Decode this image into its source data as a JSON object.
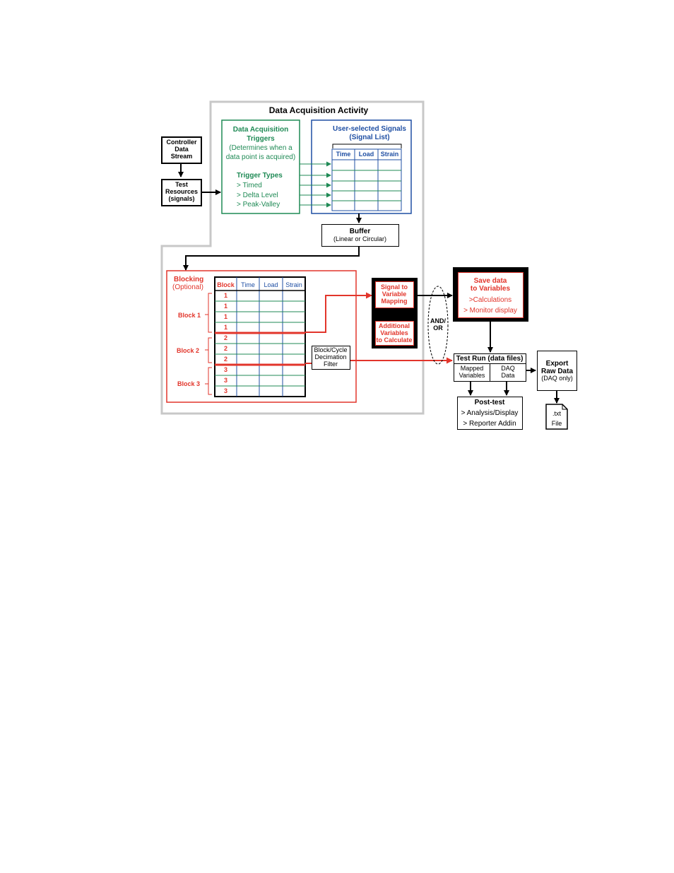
{
  "title": "Data Acquisition Activity",
  "controller": [
    "Controller",
    "Data",
    "Stream"
  ],
  "test_resources": [
    "Test",
    "Resources",
    "(signals)"
  ],
  "triggers": {
    "heading": [
      "Data Acquisition",
      "Triggers"
    ],
    "description": [
      "(Determines when a",
      "data point is acquired)"
    ],
    "types_heading": "Trigger Types",
    "types": [
      "> Timed",
      "> Delta Level",
      "> Peak-Valley"
    ]
  },
  "signals": {
    "heading": [
      "User-selected Signals",
      "(Signal List)"
    ],
    "columns": [
      "Time",
      "Load",
      "Strain"
    ]
  },
  "buffer": {
    "title": "Buffer",
    "subtitle": "(Linear or Circular)"
  },
  "blocking": {
    "heading": [
      "Blocking",
      "(Optional)"
    ],
    "columns": [
      "Block",
      "Time",
      "Load",
      "Strain"
    ],
    "rows": [
      "1",
      "1",
      "1",
      "1",
      "2",
      "2",
      "2",
      "3",
      "3",
      "3"
    ],
    "groups": [
      "Block 1",
      "Block 2",
      "Block 3"
    ]
  },
  "decimation": [
    "Block/Cycle",
    "Decimation",
    "Filter"
  ],
  "mapping": [
    "Signal to",
    "Variable",
    "Mapping"
  ],
  "additional": [
    "Additional",
    "Variables",
    "to Calculate"
  ],
  "and_or": [
    "AND/",
    "OR"
  ],
  "save": {
    "heading": [
      "Save data",
      "to Variables"
    ],
    "items": [
      ">Calculations",
      "> Monitor display"
    ]
  },
  "test_run": {
    "title": "Test Run (data files)",
    "cells": [
      [
        "Mapped",
        "Variables"
      ],
      [
        "DAQ",
        "Data"
      ]
    ]
  },
  "post_test": {
    "title": "Post-test",
    "items": [
      "> Analysis/Display",
      "> Reporter Addin"
    ]
  },
  "export": [
    "Export",
    "Raw Data",
    "(DAQ only)"
  ],
  "txt_file": [
    ".txt",
    "File"
  ],
  "colors": {
    "green": "#1f8a55",
    "blue": "#1f4fa3",
    "red": "#e2352b",
    "gray": "#c8c8c8",
    "black": "#000000"
  }
}
